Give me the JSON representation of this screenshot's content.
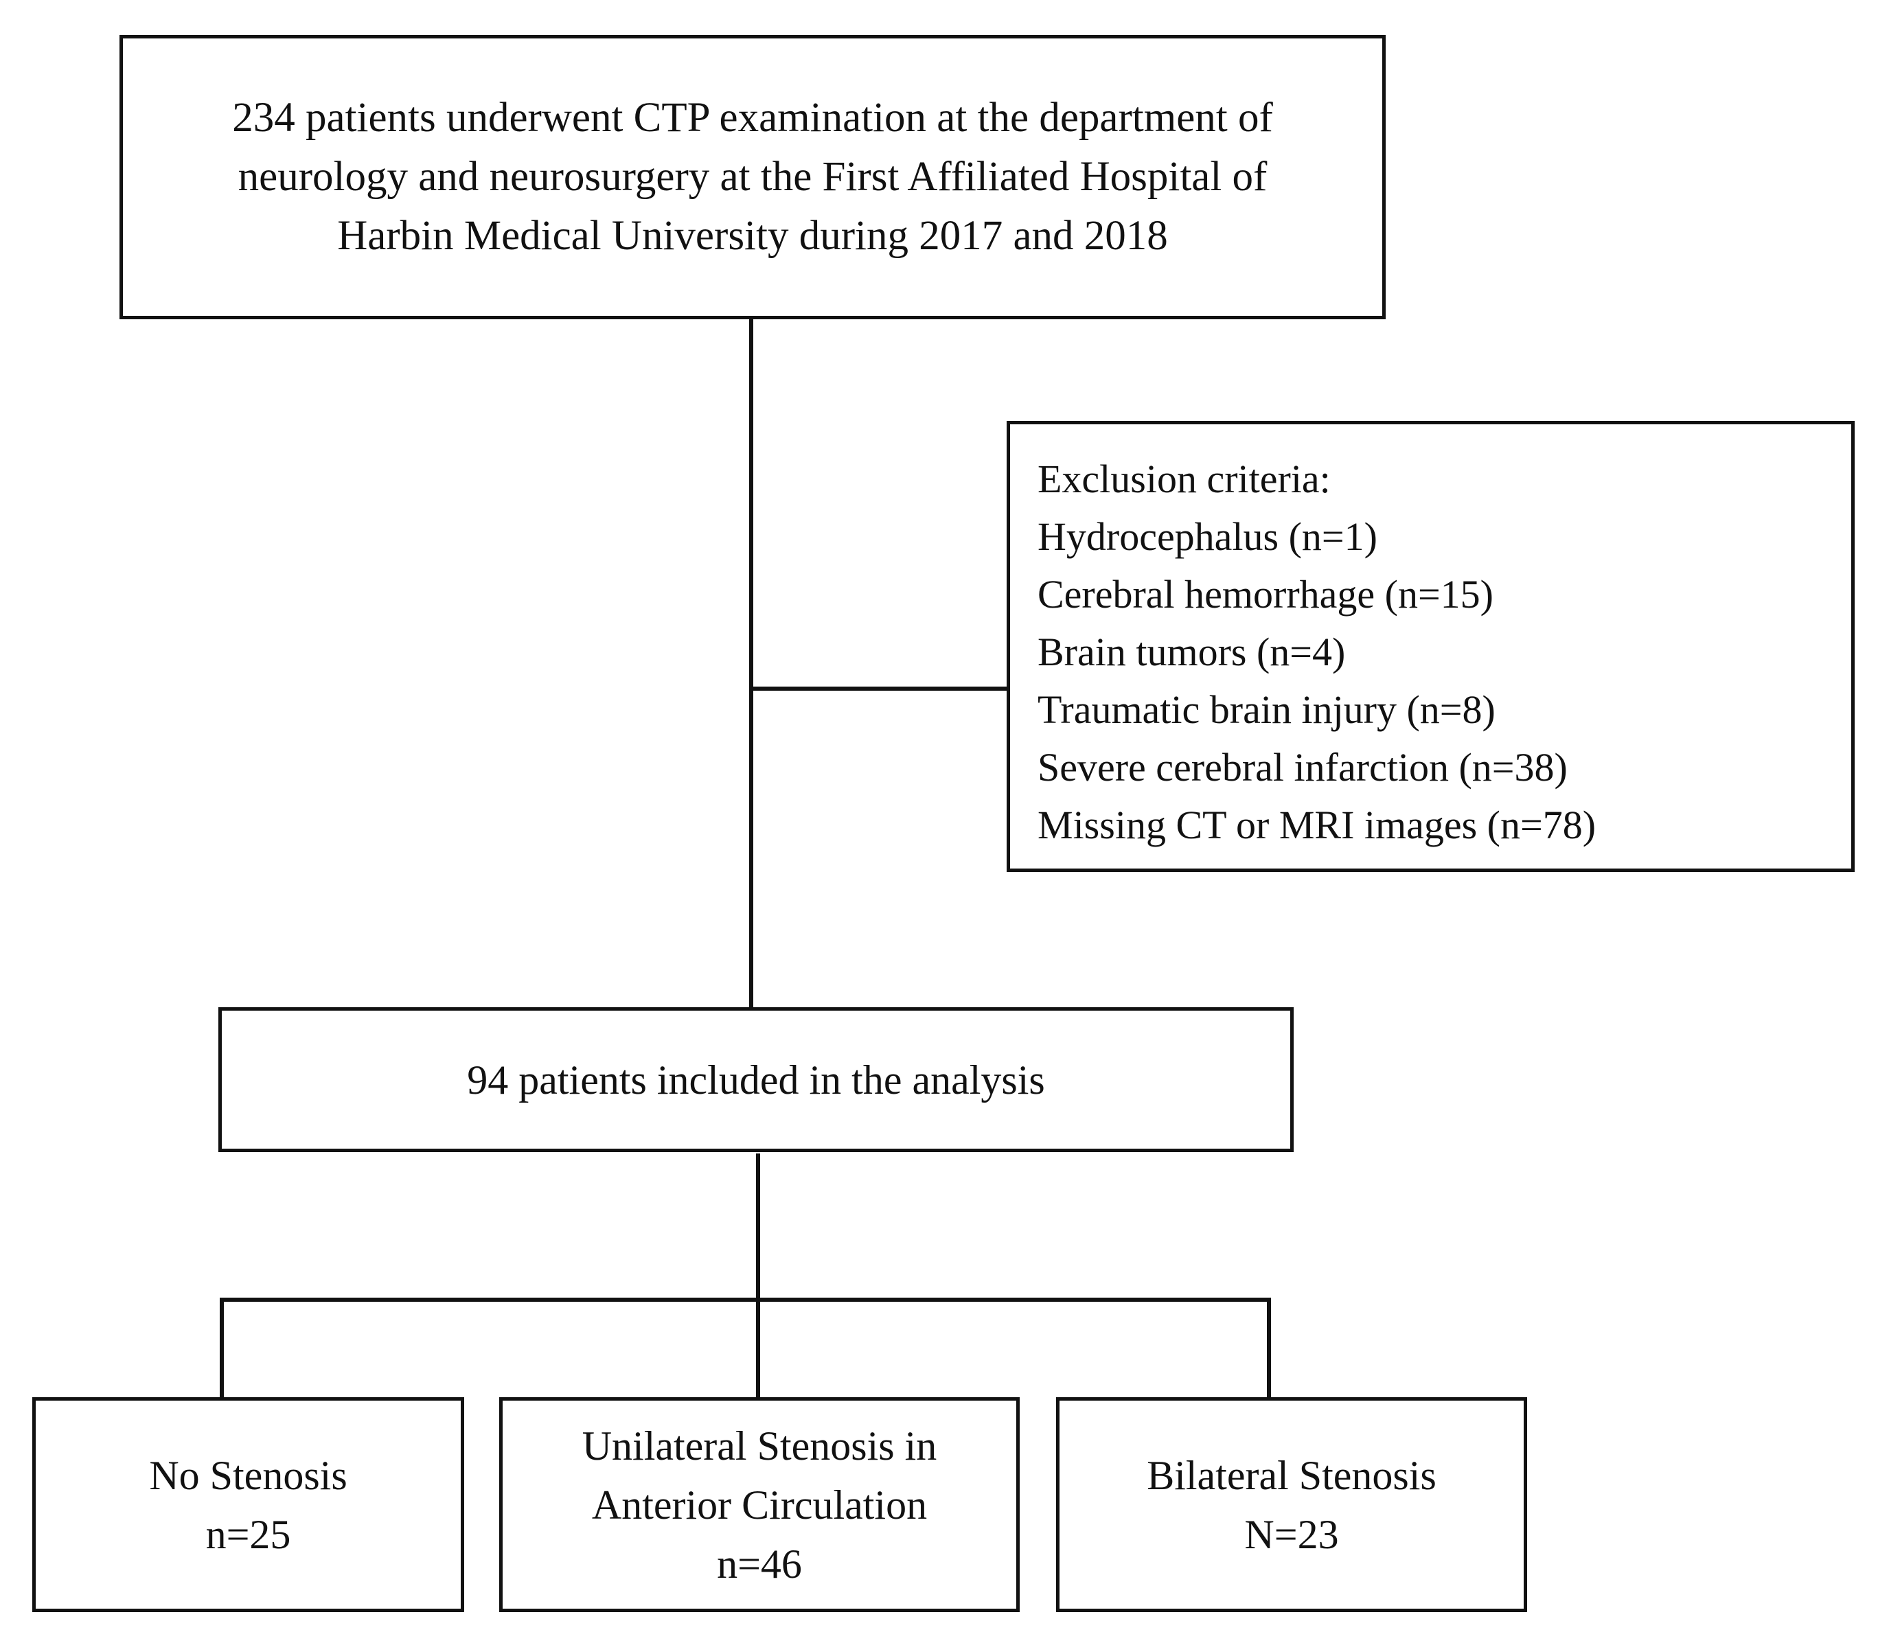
{
  "top_box": {
    "lines": [
      "234 patients underwent CTP examination at the department of",
      "neurology and neurosurgery at the First Affiliated Hospital of",
      "Harbin Medical University during 2017 and 2018"
    ]
  },
  "exclusion_box": {
    "title": "Exclusion criteria:",
    "items": [
      "Hydrocephalus (n=1)",
      "Cerebral hemorrhage (n=15)",
      "Brain tumors (n=4)",
      "Traumatic brain injury (n=8)",
      "Severe cerebral infarction (n=38)",
      "Missing CT or MRI images (n=78)"
    ]
  },
  "included_box": {
    "label": "94 patients included in the analysis"
  },
  "outcomes": [
    {
      "lines": [
        "No Stenosis",
        "n=25"
      ]
    },
    {
      "lines": [
        "Unilateral Stenosis in",
        "Anterior Circulation",
        "n=46"
      ]
    },
    {
      "lines": [
        "Bilateral Stenosis",
        "N=23"
      ]
    }
  ],
  "colors": {
    "line": "#111111",
    "background": "#ffffff"
  }
}
